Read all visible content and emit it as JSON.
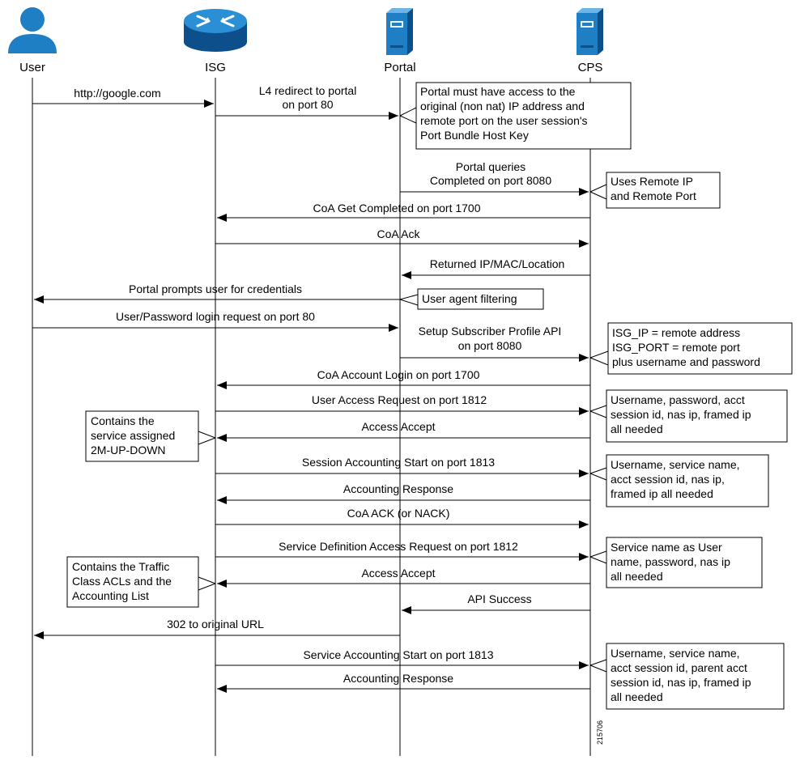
{
  "actors": [
    {
      "label": "User",
      "icon": "user-icon"
    },
    {
      "label": "ISG",
      "icon": "router-icon"
    },
    {
      "label": "Portal",
      "icon": "server-icon"
    },
    {
      "label": "CPS",
      "icon": "server-icon"
    }
  ],
  "messages": [
    {
      "from": 0,
      "to": 1,
      "lines": [
        "http://google.com"
      ]
    },
    {
      "from": 1,
      "to": 2,
      "lines": [
        "L4 redirect to portal",
        "on port 80"
      ]
    },
    {
      "from": 2,
      "to": 3,
      "lines": [
        "Portal queries",
        "Completed on port 8080"
      ]
    },
    {
      "from": 3,
      "to": 1,
      "lines": [
        "CoA Get Completed on port 1700"
      ]
    },
    {
      "from": 1,
      "to": 3,
      "lines": [
        "CoA Ack"
      ]
    },
    {
      "from": 3,
      "to": 2,
      "lines": [
        "Returned IP/MAC/Location"
      ]
    },
    {
      "from": 2,
      "to": 0,
      "lines": [
        "Portal prompts user for credentials"
      ]
    },
    {
      "from": 0,
      "to": 2,
      "lines": [
        "User/Password login request on port 80"
      ]
    },
    {
      "from": 2,
      "to": 3,
      "lines": [
        "Setup Subscriber Profile API",
        "on port 8080"
      ]
    },
    {
      "from": 3,
      "to": 1,
      "lines": [
        "CoA Account Login on port 1700"
      ]
    },
    {
      "from": 1,
      "to": 3,
      "lines": [
        "User Access Request on port 1812"
      ]
    },
    {
      "from": 3,
      "to": 1,
      "lines": [
        "Access Accept"
      ]
    },
    {
      "from": 1,
      "to": 3,
      "lines": [
        "Session Accounting Start on port 1813"
      ]
    },
    {
      "from": 3,
      "to": 1,
      "lines": [
        "Accounting Response"
      ]
    },
    {
      "from": 1,
      "to": 3,
      "lines": [
        "CoA ACK (or NACK)"
      ]
    },
    {
      "from": 1,
      "to": 3,
      "lines": [
        "Service Definition Access Request on port 1812"
      ]
    },
    {
      "from": 3,
      "to": 1,
      "lines": [
        "Access Accept"
      ]
    },
    {
      "from": 3,
      "to": 2,
      "lines": [
        "API Success"
      ]
    },
    {
      "from": 2,
      "to": 0,
      "lines": [
        "302 to original URL"
      ]
    },
    {
      "from": 1,
      "to": 3,
      "lines": [
        "Service Accounting Start on port 1813"
      ]
    },
    {
      "from": 3,
      "to": 1,
      "lines": [
        "Accounting Response"
      ]
    }
  ],
  "notes": [
    {
      "lines": [
        "Portal must have access to the",
        "original (non nat) IP address and",
        "remote port on the user session's",
        "Port Bundle Host Key"
      ]
    },
    {
      "lines": [
        "Uses Remote IP",
        "and Remote Port"
      ]
    },
    {
      "lines": [
        "User agent filtering"
      ]
    },
    {
      "lines": [
        "ISG_IP = remote address",
        "ISG_PORT = remote port",
        "plus username and password"
      ]
    },
    {
      "lines": [
        "Username, password, acct",
        "session id, nas ip, framed ip",
        "all needed"
      ]
    },
    {
      "lines": [
        "Contains the",
        "service assigned",
        "2M-UP-DOWN"
      ]
    },
    {
      "lines": [
        "Username, service name,",
        "acct session id, nas ip,",
        "framed ip all needed"
      ]
    },
    {
      "lines": [
        "Service name as User",
        "name, password, nas ip",
        "all needed"
      ]
    },
    {
      "lines": [
        "Contains the Traffic",
        "Class ACLs and the",
        "Accounting List"
      ]
    },
    {
      "lines": [
        "Username, service name,",
        "acct session id, parent acct",
        "session id, nas ip, framed ip",
        "all needed"
      ]
    }
  ],
  "figure_id": "215706",
  "colors": {
    "line": "#000000",
    "icon_blue": "#1e7fc4",
    "icon_dark": "#0d4f8a",
    "icon_light": "#6fb4e6"
  }
}
